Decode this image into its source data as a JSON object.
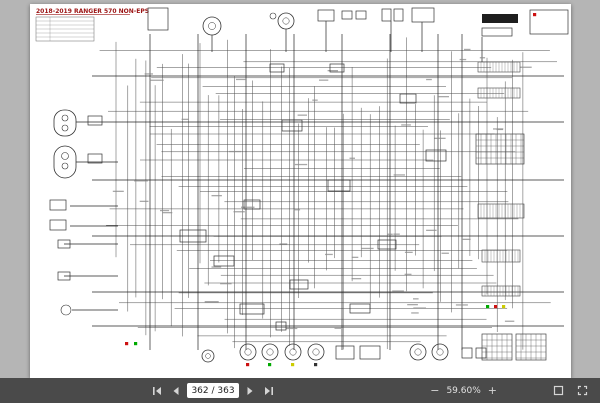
{
  "document": {
    "title": "2018-2019 RANGER 570 NON-EPS"
  },
  "toolbar": {
    "page_display": "362 / 363",
    "page_current": "362",
    "page_total": "363",
    "zoom": "59.60%",
    "zoom_out_label": "−",
    "zoom_in_label": "+"
  },
  "colors": {
    "title_red": "#9b1313",
    "toolbar_bg": "#4a4a4a",
    "viewer_bg": "#b5b5b5",
    "wire": "#4d4d4d"
  }
}
